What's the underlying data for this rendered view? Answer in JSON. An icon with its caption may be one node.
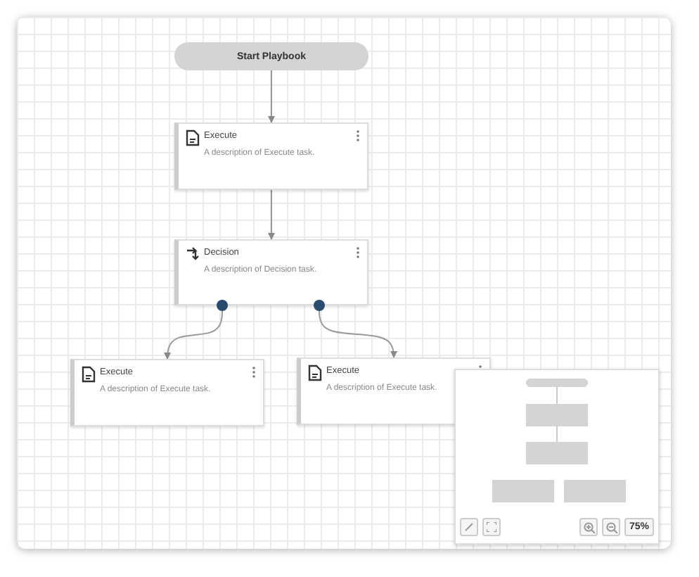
{
  "diagram": {
    "nodes": [
      {
        "text": [
          "Start Playbook"
        ]
      },
      {
        "text": [
          "Execute",
          "A description of Execute task."
        ]
      },
      {
        "text": [
          "Decision",
          "A description of Decision task."
        ]
      },
      {
        "text": [],
        "shape": "circle"
      },
      {
        "text": [],
        "shape": "circle"
      },
      {
        "text": [
          "Execute",
          "A description of Execute task."
        ]
      },
      {
        "text": [
          "Execute",
          "A description of Execute task."
        ]
      }
    ],
    "edges": [
      {
        "from": 0,
        "to": 1,
        "arrow": "to"
      },
      {
        "from": 1,
        "to": 2,
        "arrow": "to"
      },
      {
        "from": 3,
        "to": 5,
        "arrow": "to"
      },
      {
        "from": 4,
        "to": 6,
        "arrow": "to"
      }
    ],
    "labels": [
      "75%"
    ]
  }
}
